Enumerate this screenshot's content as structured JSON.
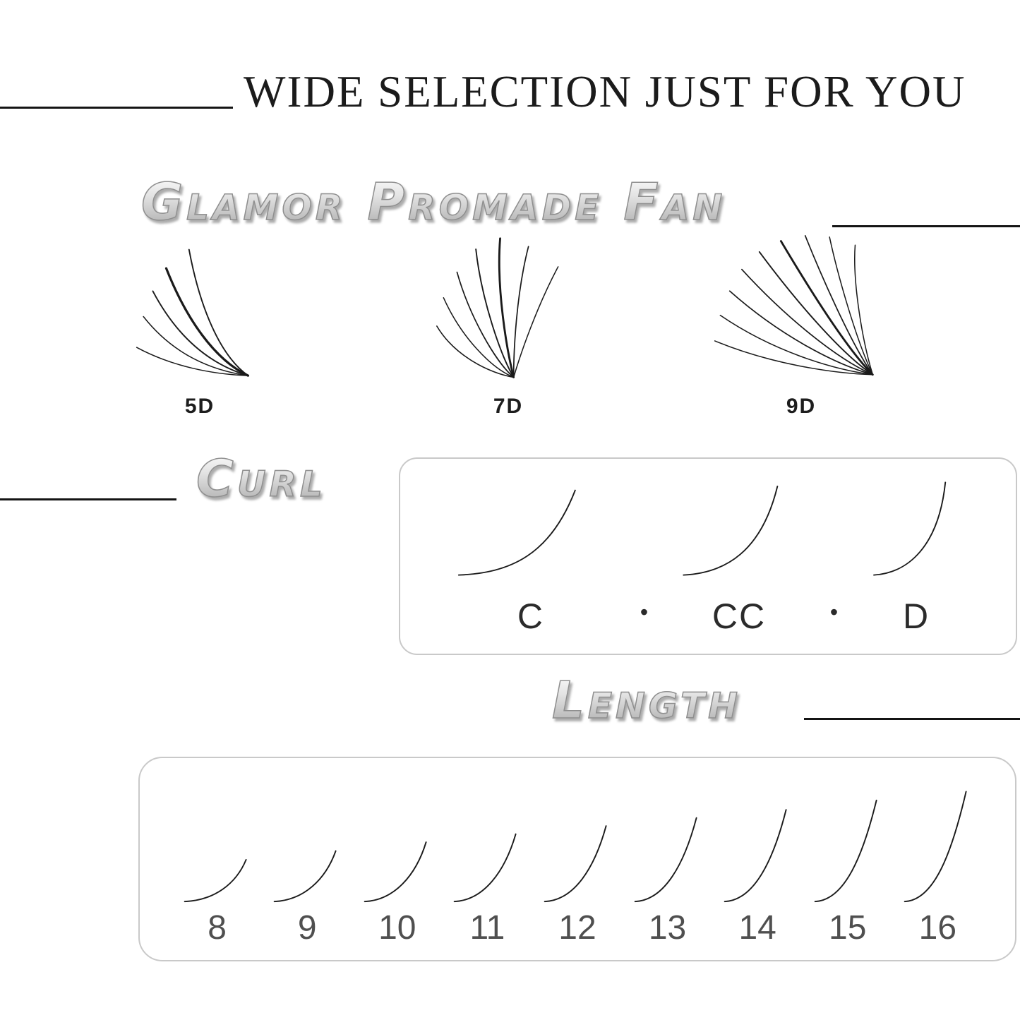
{
  "title": "WIDE SELECTION JUST FOR YOU",
  "fan_section": {
    "heading": "Glamor Promade Fan",
    "items": [
      {
        "label": "5D",
        "lash_count": 5
      },
      {
        "label": "7D",
        "lash_count": 7
      },
      {
        "label": "9D",
        "lash_count": 9
      }
    ]
  },
  "curl_section": {
    "heading": "Curl",
    "separator": "•",
    "options": [
      {
        "label": "C"
      },
      {
        "label": "CC"
      },
      {
        "label": "D"
      }
    ]
  },
  "length_section": {
    "heading": "Length",
    "options": [
      "8",
      "9",
      "10",
      "11",
      "12",
      "13",
      "14",
      "15",
      "16"
    ]
  },
  "colors": {
    "background": "#ffffff",
    "title_text": "#1b1b1b",
    "metallic_heading": "#d9d9d9",
    "box_border": "#c9c9c9",
    "lash_stroke": "#1a1a1a",
    "number_text": "#4f4f4f",
    "rule_line": "#141414"
  }
}
